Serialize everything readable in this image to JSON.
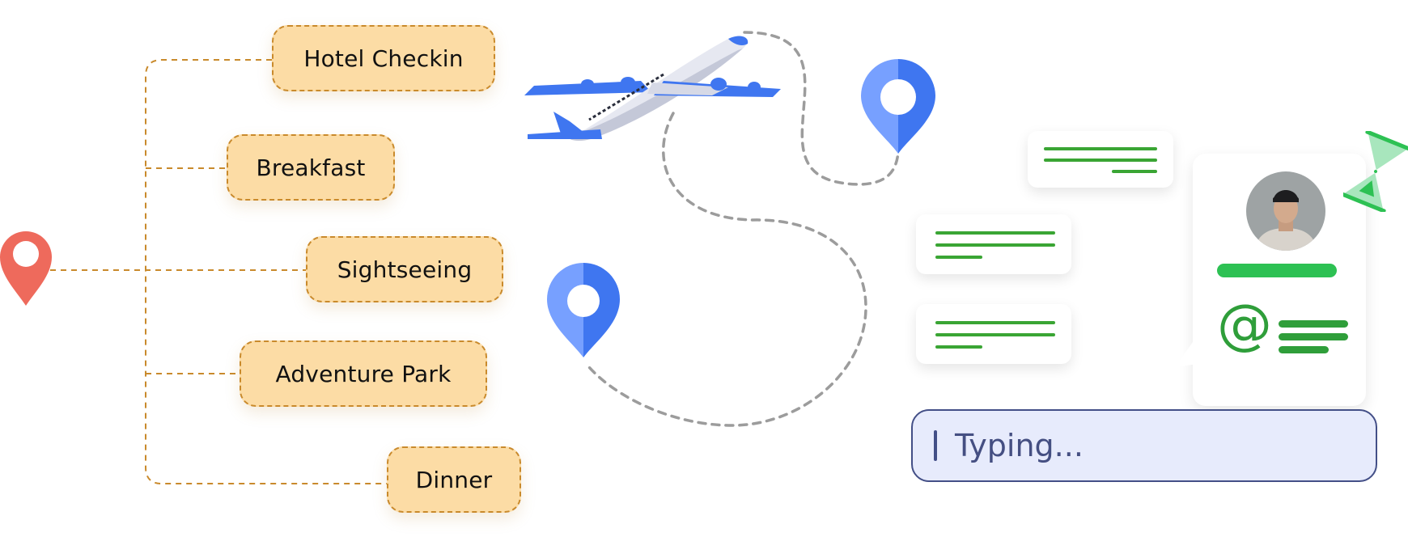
{
  "activities": [
    {
      "label": "Hotel Checkin"
    },
    {
      "label": "Breakfast"
    },
    {
      "label": "Sightseeing"
    },
    {
      "label": "Adventure Park"
    },
    {
      "label": "Dinner"
    }
  ],
  "chat": {
    "typing_text": "Typing..."
  },
  "profile_card": {
    "at_symbol": "@"
  },
  "icons": {
    "origin_pin": "map-pin-icon",
    "destination_pins": [
      "map-pin-icon",
      "map-pin-icon"
    ],
    "vehicle": "airplane-icon",
    "timer": "hourglass-icon",
    "user": "avatar"
  },
  "colors": {
    "activity_fill": "#fcdca5",
    "activity_border": "#c98a2c",
    "origin_pin": "#ee6a5c",
    "blue_pin_light": "#77a0ff",
    "blue_pin_dark": "#3f76f0",
    "chat_line": "#3aa534",
    "green_bar": "#2dc153",
    "typing_fill": "#e7ebfc",
    "typing_border": "#434f87"
  }
}
